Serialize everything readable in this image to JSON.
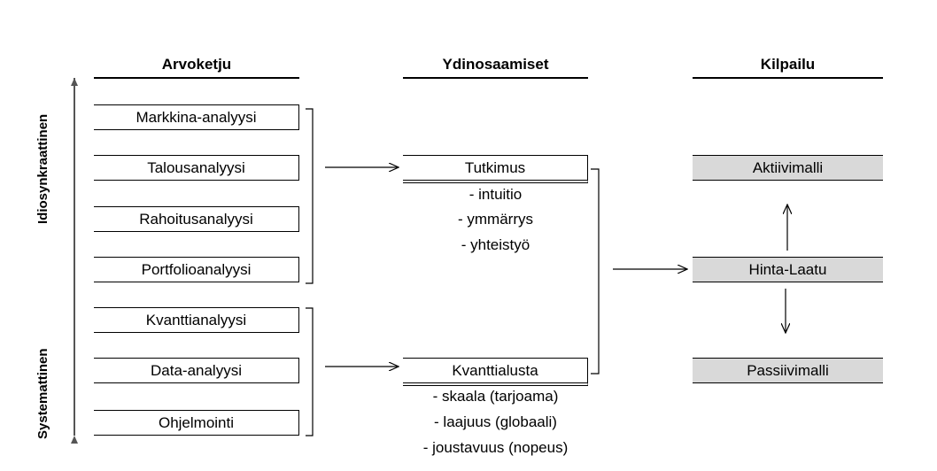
{
  "headers": {
    "value_chain": "Arvoketju",
    "core_competencies": "Ydinosaamiset",
    "competition": "Kilpailu"
  },
  "axis": {
    "top_label": "Idiosynkraattinen",
    "bottom_label": "Systemattinen"
  },
  "value_chain": [
    "Markkina-analyysi",
    "Talousanalyysi",
    "Rahoitusanalyysi",
    "Portfolioanalyysi",
    "Kvanttianalyysi",
    "Data-analyysi",
    "Ohjelmointi"
  ],
  "core": {
    "research": {
      "title": "Tutkimus",
      "items": [
        "- intuitio",
        "- ymmärrys",
        "- yhteistyö"
      ]
    },
    "quant": {
      "title": "Kvanttialusta",
      "items": [
        "- skaala (tarjoama)",
        "- laajuus (globaali)",
        "- joustavuus (nopeus)"
      ]
    }
  },
  "competition": {
    "active": "Aktiivimalli",
    "price_quality": "Hinta-Laatu",
    "passive": "Passiivimalli"
  }
}
